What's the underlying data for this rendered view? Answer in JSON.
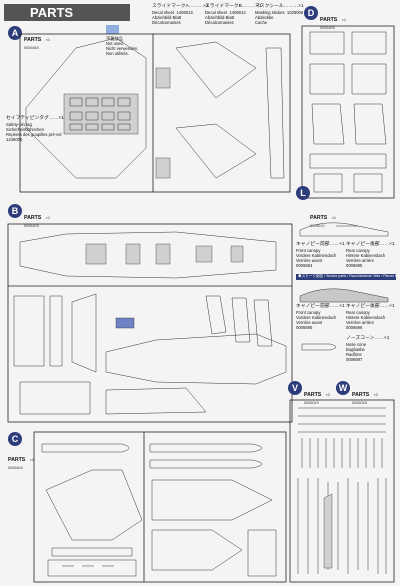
{
  "header": {
    "title": "PARTS"
  },
  "decals": [
    {
      "jp": "スライドマークA………×1",
      "num": "1406013",
      "en": "Decal sheet",
      "de": "Abziehbild-Blatt",
      "fr": "Décalcomanies"
    },
    {
      "jp": "スライドマークB………×1",
      "num": "1406014",
      "en": "Decal sheet",
      "de": "Abziehbild-Blatt",
      "fr": "Décalcomanies"
    },
    {
      "jp": "マスクシール………×1",
      "num": "1028006",
      "en": "Masking stickes",
      "de": "Abdeckbe",
      "fr": "Cache"
    }
  ],
  "not_used": {
    "jp": "不要部品",
    "en": "Not used.",
    "de": "Nicht verwenden.",
    "fr": "Non utilisés."
  },
  "safety_tag": {
    "jp": "セイフティピンタグ……×1",
    "en": "Safety-pin tag",
    "de": "Sicherheitsfähnchen",
    "fr": "Repères des goupilles pré-vol",
    "num": "1246006"
  },
  "sprues": [
    {
      "letter": "A",
      "label": "PARTS",
      "qty": "×1",
      "num": "0006463"
    },
    {
      "letter": "B",
      "label": "PARTS",
      "qty": "×1",
      "num": "0006403"
    },
    {
      "letter": "C",
      "label": "PARTS",
      "qty": "×1",
      "num": "0006404"
    },
    {
      "letter": "D",
      "label": "PARTS",
      "qty": "×1",
      "num": "0006405"
    },
    {
      "letter": "L",
      "label": "PARTS",
      "qty": "×1",
      "num": "9115010"
    },
    {
      "letter": "V",
      "label": "PARTS",
      "qty": "×2",
      "num": "0006019"
    },
    {
      "letter": "W",
      "label": "PARTS",
      "qty": "×2",
      "num": "0006018"
    }
  ],
  "canopies": [
    {
      "jp": "キャノピー前部……×1",
      "en": "Front canopy",
      "de": "Vordere Kabinendach",
      "fr": "Verriére avant",
      "num": "0006694"
    },
    {
      "jp": "キャノピー後部……×1",
      "en": "Rear canopy",
      "de": "Hintere Kabinendach",
      "fr": "Verrière arrière",
      "num": "0006695"
    }
  ],
  "smoke": {
    "title": "◆スモーク部品 / Smoke parts / Rauchfarbene Teile / Pièces fumées",
    "items": [
      {
        "jp": "キャノピー前部……×1",
        "en": "Front canopy",
        "de": "Vordere Kabinendach",
        "fr": "Verriére avant",
        "num": "0006695"
      },
      {
        "jp": "キャノピー後部……×1",
        "en": "Rear canopy",
        "de": "Hintere Kabinendach",
        "fr": "Verrière arrière",
        "num": "0006696"
      }
    ]
  },
  "nose_cone": {
    "jp": "ノーズコーン……×1",
    "en": "Nose cone",
    "de": "Bugbasbe",
    "fr": "Radôme",
    "num": "0006697"
  },
  "colors": {
    "header_bg": "#545454",
    "circle": "#2d3d7b",
    "smoke_bar": "#2d3d7b",
    "not_used": "#8fb0e0"
  }
}
